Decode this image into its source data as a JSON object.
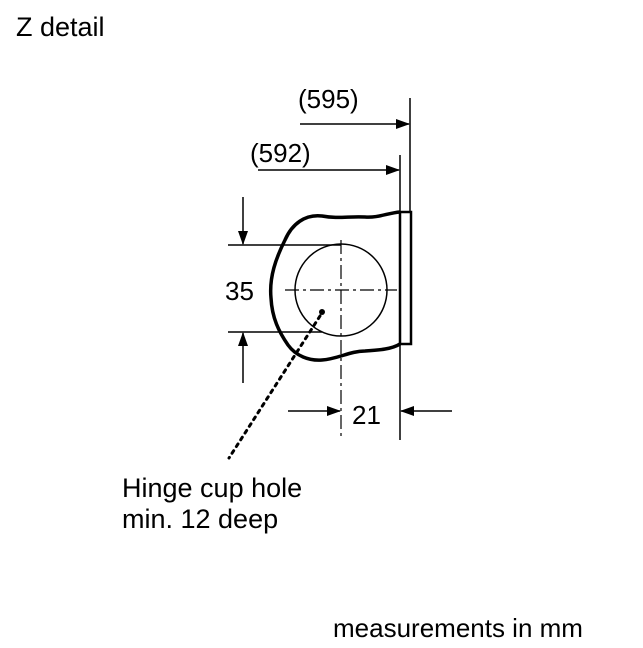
{
  "title": "Z detail",
  "dimensions": {
    "outer": "(595)",
    "inner": "(592)",
    "hole_offset": "35",
    "edge_distance": "21"
  },
  "callout": {
    "line1": "Hinge cup hole",
    "line2": "min. 12 deep"
  },
  "units_note": "measurements in mm",
  "colors": {
    "ink": "#000000",
    "background": "#ffffff"
  }
}
